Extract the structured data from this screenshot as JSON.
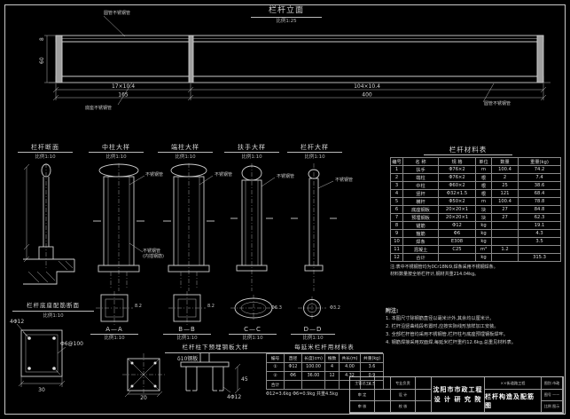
{
  "elevation": {
    "title": "栏杆立面",
    "scale": "比例1:25",
    "ann_top": "圆管不锈钢管",
    "ann_bottom_left": "底座不锈钢管",
    "ann_bottom_right": "圆管不锈钢管",
    "dim_r1a": "17×10.4",
    "dim_r1b": "104×10.4",
    "dim_r2a": "165",
    "dim_r2b": "400",
    "dim_left_1": "8",
    "dim_left_2": "60"
  },
  "details": {
    "d1": {
      "title": "栏杆断面",
      "scale": "比例1:10"
    },
    "d2": {
      "title": "中柱大样",
      "scale": "比例1:10",
      "label1": "不锈钢管",
      "label2": "不锈钢管",
      "label2b": "(内插钢筋)"
    },
    "d3": {
      "title": "端柱大样",
      "scale": "比例1:10",
      "label1": "不锈钢管"
    },
    "d4": {
      "title": "扶手大样",
      "scale": "比例1:10",
      "label1": "不锈钢管"
    },
    "d5": {
      "title": "栏杆大样",
      "scale": "比例1:10",
      "label1": "不锈钢管"
    }
  },
  "sections": [
    {
      "name": "A—A",
      "scale": "比例1:10",
      "dim": "8.2"
    },
    {
      "name": "B—B",
      "scale": "比例1:10",
      "dim": "8.2"
    },
    {
      "name": "C—C",
      "scale": "比例1:10",
      "dim": "Φ6.3"
    },
    {
      "name": "D—D",
      "scale": "比例1:10",
      "dim": "Φ3.2"
    }
  ],
  "material_table": {
    "title": "栏杆材料表",
    "headers": [
      "编号",
      "名 称",
      "规 格",
      "单位",
      "数量",
      "重量(kg)"
    ],
    "rows": [
      [
        "1",
        "扶手",
        "Φ76×2",
        "m",
        "100.4",
        "74.2"
      ],
      [
        "2",
        "端柱",
        "Φ76×2",
        "根",
        "2",
        "7.4"
      ],
      [
        "3",
        "中柱",
        "Φ60×2",
        "根",
        "25",
        "38.6"
      ],
      [
        "4",
        "竖杆",
        "Φ32×1.5",
        "根",
        "121",
        "68.4"
      ],
      [
        "5",
        "横杆",
        "Φ50×2",
        "m",
        "100.4",
        "78.8"
      ],
      [
        "6",
        "底座钢板",
        "20×20×1",
        "块",
        "27",
        "84.8"
      ],
      [
        "7",
        "预埋钢板",
        "20×20×1",
        "块",
        "27",
        "62.3"
      ],
      [
        "8",
        "锚筋",
        "Φ12",
        "kg",
        "",
        "19.1"
      ],
      [
        "9",
        "箍筋",
        "Φ6",
        "kg",
        "",
        "4.3"
      ],
      [
        "10",
        "焊条",
        "E308",
        "kg",
        "",
        "3.5"
      ],
      [
        "11",
        "混凝土",
        "C25",
        "m³",
        "1.2",
        ""
      ],
      [
        "12",
        "合计",
        "",
        "kg",
        "",
        "315.3"
      ]
    ],
    "note1": "注:表中不锈钢管均为0Cr18Ni9,焊条采用不锈钢焊条。",
    "note2": "材料数量按全桥栏杆计,钢材共重214.04kg。"
  },
  "base_section": {
    "title": "栏杆底座配筋断面",
    "scale": "比例1:10",
    "rebar_main": "4Φ12",
    "rebar_stirrup": "Φ6@100",
    "dim_w": "30"
  },
  "plate_detail": {
    "title": "栏杆柱下预埋钢板大样",
    "plate_label": "δ10钢板",
    "rebar": "4Φ12",
    "dim_plan": "20",
    "dim_anchor": "45"
  },
  "per_meter_table": {
    "title": "每延米栏杆用材料表",
    "headers": [
      "编号",
      "直径",
      "长度(cm)",
      "根数",
      "共长(m)",
      "共重(kg)"
    ],
    "rows": [
      [
        "①",
        "Φ12",
        "100.00",
        "4",
        "4.00",
        "3.6"
      ],
      [
        "②",
        "Φ6",
        "36.00",
        "12",
        "4.32",
        "0.9"
      ],
      [
        "合计",
        "",
        "",
        "",
        "",
        "4.5"
      ]
    ],
    "footer": "Φ12=3.6kg  Φ6=0.9kg  共重4.5kg"
  },
  "notes": {
    "title": "附注:",
    "items": [
      "1. 本图尺寸除钢筋直径以毫米计外,其余均以厘米计。",
      "2. 栏杆沿竖曲线段布置时,应按实际线形放样加工安装。",
      "3. 全部栏杆管均采用不锈钢管,栏杆柱与底座预埋钢板焊牢。",
      "4. 钢筋焊接采用双面焊,每延米栏杆重约12.6kg,总重见材料表。"
    ]
  },
  "title_block": {
    "org_line1": "沈阳市市政工程",
    "org_line2": "设 计 研 究 院",
    "roles_col1": [
      "主管总工",
      "审 定",
      "审 核"
    ],
    "roles_col2": [
      "专业负责",
      "设 计",
      "校 核"
    ],
    "project": "××街道路工程",
    "sheet_title": "栏杆构造及配筋图",
    "meta": [
      "图别 市政",
      "图号 ——",
      "比例 图示"
    ]
  }
}
